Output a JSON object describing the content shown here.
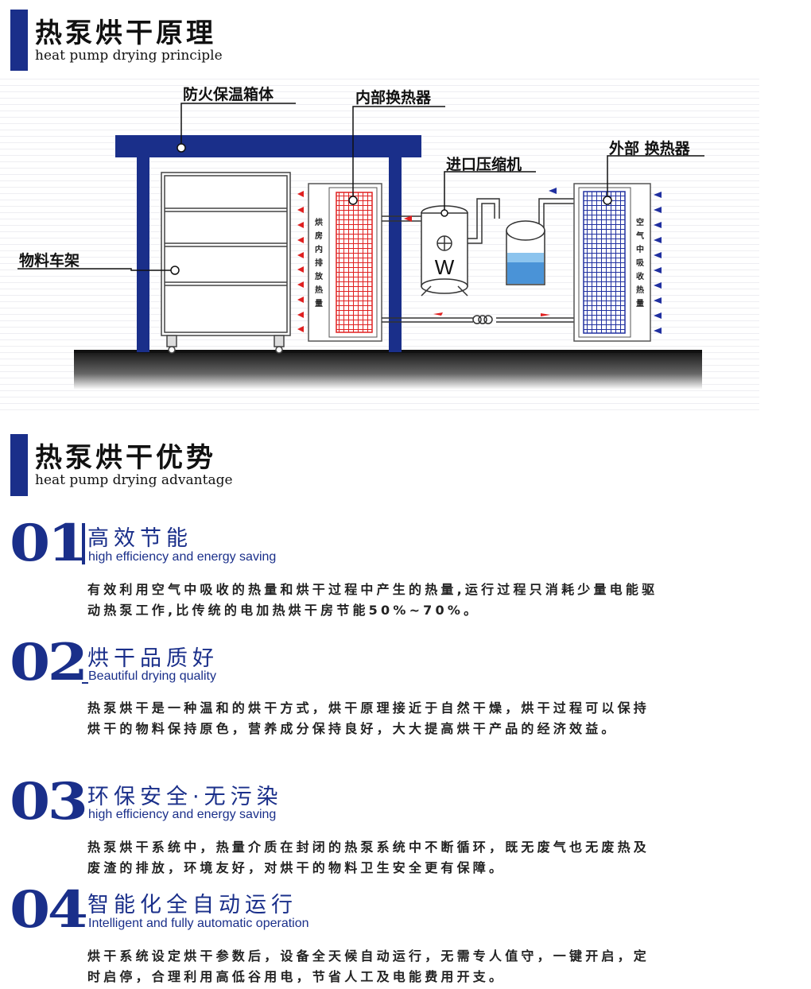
{
  "section1": {
    "title": "热泵烘干原理",
    "subtitle": "heat pump drying principle"
  },
  "diagram": {
    "labels": {
      "cabinet": "防火保温箱体",
      "internal_exchanger": "内部换热器",
      "compressor": "进口压缩机",
      "external_exchanger": "外部 换热器",
      "cart": "物料车架"
    },
    "internal_vertical": "烘房内排放热量",
    "external_vertical": "空气中吸收热量",
    "compressor_mark": "W",
    "colors": {
      "frame": "#1a2f8a",
      "hot": "#e02020",
      "cold": "#2030a0",
      "water": "#2a80d0"
    }
  },
  "section2": {
    "title": "热泵烘干优势",
    "subtitle": "heat pump drying advantage"
  },
  "advantages": [
    {
      "num": "01",
      "title": "高效节能",
      "subtitle": "high efficiency and energy saving",
      "body": "有效利用空气中吸收的热量和烘干过程中产生的热量,运行过程只消耗少量电能驱动热泵工作,比传统的电加热烘干房节能50%~70%。"
    },
    {
      "num": "02",
      "title": "烘干品质好",
      "subtitle": "Beautiful drying quality",
      "body": "热泵烘干是一种温和的烘干方式，烘干原理接近于自然干燥，烘干过程可以保持烘干的物料保持原色，营养成分保持良好，大大提高烘干产品的经济效益。"
    },
    {
      "num": "03",
      "title": "环保安全·无污染",
      "subtitle": "high efficiency and energy saving",
      "body": "热泵烘干系统中，热量介质在封闭的热泵系统中不断循环，既无废气也无废热及废渣的排放，环境友好，对烘干的物料卫生安全更有保障。"
    },
    {
      "num": "04",
      "title": "智能化全自动运行",
      "subtitle": "Intelligent and fully automatic operation",
      "body": "烘干系统设定烘干参数后，设备全天候自动运行，无需专人值守，一键开启，定时启停，合理利用高低谷用电，节省人工及电能费用开支。"
    }
  ]
}
